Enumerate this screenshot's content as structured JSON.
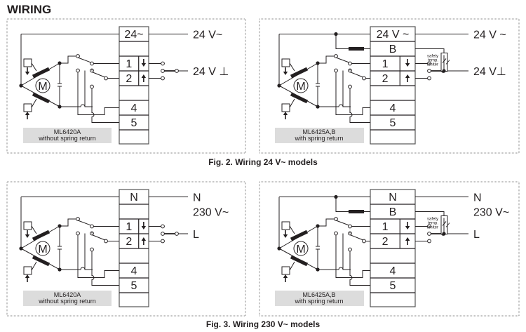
{
  "heading": "WIRING",
  "figures": [
    {
      "caption": "Fig. 2. Wiring 24 V~ models",
      "panels": [
        {
          "model_label": [
            "ML6420A",
            "without spring return"
          ],
          "terminals": [
            "24~",
            "",
            "1",
            "2",
            "",
            "4",
            "5",
            ""
          ],
          "arrows": [
            "down",
            "up"
          ],
          "supply_labels": {
            "top": "24 V~",
            "mid": "",
            "bottom": "24 V ⊥"
          },
          "has_spring_return": false
        },
        {
          "model_label": [
            "ML6425A,B",
            "with spring return"
          ],
          "terminals": [
            "24 V ~",
            "B",
            "1",
            "2",
            "",
            "4",
            "5",
            ""
          ],
          "arrows": [
            "down",
            "up"
          ],
          "supply_labels": {
            "top": "24 V ~",
            "mid": "",
            "bottom": "24 V⊥"
          },
          "limiter_label": [
            "safety",
            "temp.",
            "limiter"
          ],
          "has_spring_return": true
        }
      ]
    },
    {
      "caption": "Fig. 3. Wiring 230 V~ models",
      "panels": [
        {
          "model_label": [
            "ML6420A",
            "without spring return"
          ],
          "terminals": [
            "N",
            "",
            "1",
            "2",
            "",
            "4",
            "5",
            ""
          ],
          "arrows": [
            "down",
            "up"
          ],
          "supply_labels": {
            "top": "N",
            "mid": "230 V~",
            "bottom": "L"
          },
          "has_spring_return": false
        },
        {
          "model_label": [
            "ML6425A,B",
            "with spring return"
          ],
          "terminals": [
            "N",
            "B",
            "1",
            "2",
            "",
            "4",
            "5",
            ""
          ],
          "arrows": [
            "down",
            "up"
          ],
          "supply_labels": {
            "top": "N",
            "mid": "230 V~",
            "bottom": "L"
          },
          "limiter_label": [
            "safety",
            "temp.",
            "limiter"
          ],
          "has_spring_return": true
        }
      ]
    }
  ],
  "motor_symbol": "M"
}
